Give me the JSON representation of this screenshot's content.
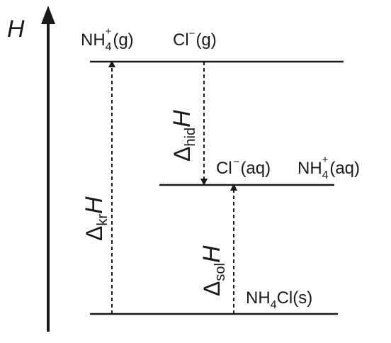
{
  "axis": {
    "label": "H"
  },
  "levels": {
    "top": {
      "species": [
        {
          "base": "NH",
          "sub": "4",
          "sup": "+",
          "state": "(g)"
        },
        {
          "base": "Cl",
          "sup": "−",
          "state": "(g)"
        }
      ]
    },
    "middle": {
      "species": [
        {
          "base": "Cl",
          "sup": "−",
          "state": "(aq)"
        },
        {
          "base": "NH",
          "sub": "4",
          "sup": "+",
          "state": "(aq)"
        }
      ]
    },
    "bottom": {
      "species": [
        {
          "base": "NH",
          "sub": "4",
          "rest": "Cl(s)"
        }
      ]
    }
  },
  "arrows": {
    "lattice": {
      "delta": "Δ",
      "sub": "kr",
      "h": "H"
    },
    "hydration": {
      "delta": "Δ",
      "sub": "hid",
      "h": "H"
    },
    "solution": {
      "delta": "Δ",
      "sub": "sol",
      "h": "H"
    }
  },
  "colors": {
    "ink": "#1a1a1a",
    "background": "#ffffff"
  }
}
